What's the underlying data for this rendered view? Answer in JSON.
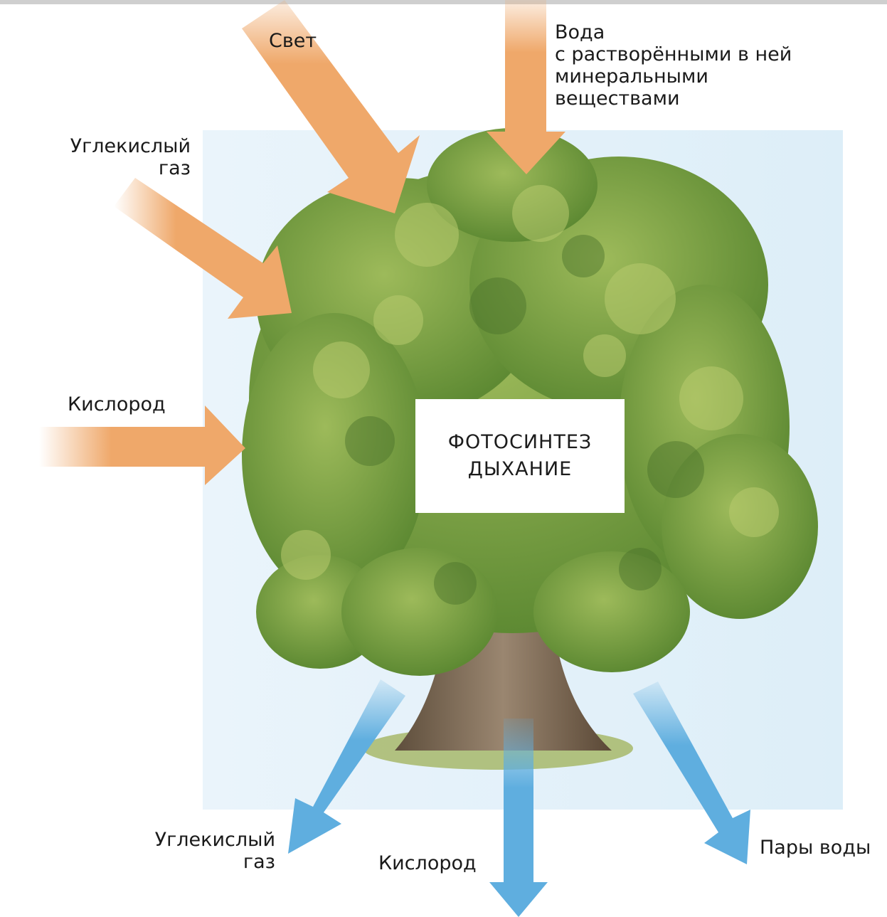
{
  "colors": {
    "input_arrow": "#EFA86A",
    "output_arrow": "#5FAEDF",
    "background_panel": "#E3F1FA",
    "foliage": "#6E9A3A",
    "trunk": "#7A6650"
  },
  "inputs": {
    "light": "Свет",
    "water_line1": "Вода",
    "water_line2": "с растворёнными в ней",
    "water_line3": "минеральными",
    "water_line4": "веществами",
    "co2_line1": "Углекислый",
    "co2_line2": "газ",
    "oxygen": "Кислород"
  },
  "center": {
    "line1": "ФОТОСИНТЕЗ",
    "line2": "ДЫХАНИЕ"
  },
  "outputs": {
    "co2_line1": "Углекислый",
    "co2_line2": "газ",
    "oxygen": "Кислород",
    "water_vapor": "Пары воды"
  }
}
